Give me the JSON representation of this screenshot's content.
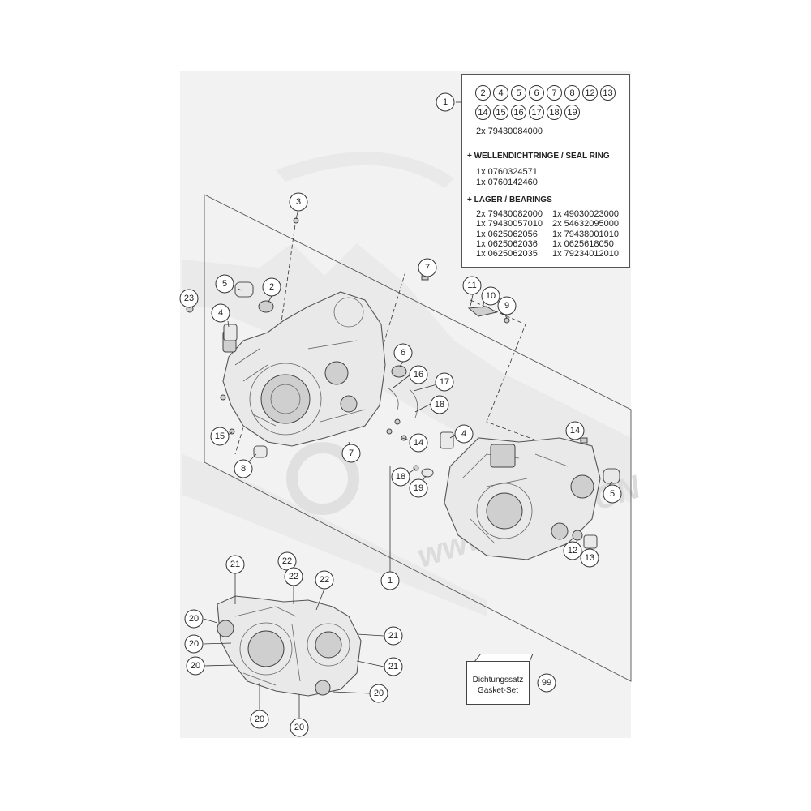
{
  "kit": {
    "callout": "1",
    "refs_row1": [
      "2",
      "4",
      "5",
      "6",
      "7",
      "8",
      "12",
      "13"
    ],
    "refs_row2": [
      "14",
      "15",
      "16",
      "17",
      "18",
      "19"
    ],
    "qty_line": "2x 79430084000",
    "seal_heading": "+ WELLENDICHTRINGE /  SEAL RING",
    "seal_items": [
      "1x 0760324571",
      "1x 0760142460"
    ],
    "bearing_heading": "+ LAGER / BEARINGS",
    "bearing_items": [
      "2x 79430082000",
      "1x 49030023000",
      "1x 79430057010",
      "2x 54632095000",
      "1x 0625062056",
      "1x 79438001010",
      "1x 0625062036",
      "1x 0625618050",
      "1x 0625062035",
      "1x 79234012010"
    ]
  },
  "gasket_set": {
    "label_de": "Dichtungssatz",
    "label_en": "Gasket-Set",
    "callout": "99"
  },
  "callouts": {
    "c1_main": "1",
    "c2": "2",
    "c3": "3",
    "c4_left": "4",
    "c4_right": "4",
    "c5_left": "5",
    "c5_right": "5",
    "c6": "6",
    "c7_top": "7",
    "c7_bottom": "7",
    "c8": "8",
    "c9": "9",
    "c10": "10",
    "c11": "11",
    "c12": "12",
    "c13": "13",
    "c14_mid": "14",
    "c14_right": "14",
    "c15": "15",
    "c16": "16",
    "c17": "17",
    "c18_mid": "18",
    "c18_left": "18",
    "c19": "19",
    "c23": "23",
    "c20_a": "20",
    "c20_b": "20",
    "c20_c": "20",
    "c20_d": "20",
    "c20_e": "20",
    "c20_f": "20",
    "c21_top": "21",
    "c21_r1": "21",
    "c21_r2": "21",
    "c22_a": "22",
    "c22_b": "22",
    "c22_c": "22"
  },
  "watermark": "www.ATOM.CN",
  "colors": {
    "sheet": "#f2f2f2",
    "line": "#333333",
    "part_fill": "#e9e9e9"
  }
}
